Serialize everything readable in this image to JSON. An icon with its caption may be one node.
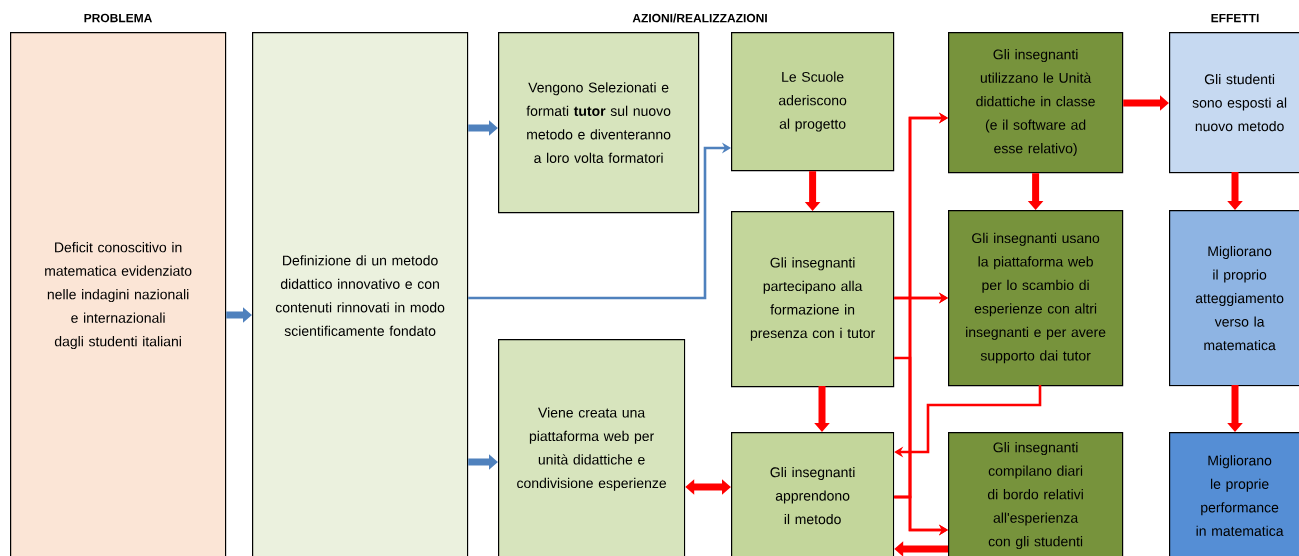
{
  "diagram": {
    "nodes": [
      {
        "text": [
          "Deficit conoscitivo in matematica evidenziato nelle indagini nazionali e internazionali dagli studenti italiani"
        ]
      },
      {
        "text": [
          "Definizione di un metodo didattico innovativo e con contenuti rinnovati in modo scientificamente fondato"
        ]
      },
      {
        "text": [
          "Vengono Selezionati e formati **tutor** sul nuovo metodo e diventeranno a loro volta formatori"
        ]
      },
      {
        "text": [
          "Le Scuole aderiscono al progetto"
        ]
      },
      {
        "text": [
          "Gli insegnanti partecipano alla formazione in presenza con i tutor"
        ]
      },
      {
        "text": [
          "Viene creata una piattaforma web per unità didattiche e condivisione esperienze"
        ]
      },
      {
        "text": [
          "Gli insegnanti apprendono il metodo"
        ]
      },
      {
        "text": [
          "Gli insegnanti utilizzano le Unità didattiche in classe (e il software ad esse relativo)"
        ]
      },
      {
        "text": [
          "Gli insegnanti usano la piattaforma web per lo scambio di esperienze con altri insegnanti e per avere supporto dai tutor"
        ]
      },
      {
        "text": [
          "Gli insegnanti compilano diari di bordo relativi all'esperienza con gli studenti"
        ]
      },
      {
        "text": [
          "Gli studenti sono esposti al nuovo metodo"
        ]
      },
      {
        "text": [
          "Migliorano il proprio atteggiamento verso la matematica"
        ]
      },
      {
        "text": [
          "Migliorano le proprie performance in matematica"
        ]
      }
    ],
    "edges": [
      {
        "from": 0,
        "to": 1,
        "arrow": "to",
        "color": "#4f81bd"
      },
      {
        "from": 1,
        "to": 2,
        "arrow": "to",
        "color": "#4f81bd"
      },
      {
        "from": 1,
        "to": 3,
        "arrow": "to",
        "color": "#4f81bd"
      },
      {
        "from": 1,
        "to": 5,
        "arrow": "to",
        "color": "#4f81bd"
      },
      {
        "from": 3,
        "to": 4,
        "arrow": "to"
      },
      {
        "from": 4,
        "to": 6,
        "arrow": "to"
      },
      {
        "from": 5,
        "to": 6,
        "arrow": "both"
      },
      {
        "from": 4,
        "to": 7,
        "arrow": "to"
      },
      {
        "from": 4,
        "to": 8,
        "arrow": "to"
      },
      {
        "from": 4,
        "to": 9,
        "arrow": "to"
      },
      {
        "from": 6,
        "to": 7,
        "arrow": "to"
      },
      {
        "from": 6,
        "to": 8,
        "arrow": "to"
      },
      {
        "from": 6,
        "to": 9,
        "arrow": "to"
      },
      {
        "from": 8,
        "to": 6,
        "arrow": "to"
      },
      {
        "from": 9,
        "to": 6,
        "arrow": "to"
      },
      {
        "from": 7,
        "to": 8,
        "arrow": "to"
      },
      {
        "from": 7,
        "to": 10,
        "arrow": "to"
      },
      {
        "from": 10,
        "to": 11,
        "arrow": "to"
      },
      {
        "from": 11,
        "to": 12,
        "arrow": "to"
      }
    ],
    "labels": [
      "PROBLEMA",
      "AZIONI/REALIZZAZIONI",
      "EFFETTI"
    ]
  }
}
